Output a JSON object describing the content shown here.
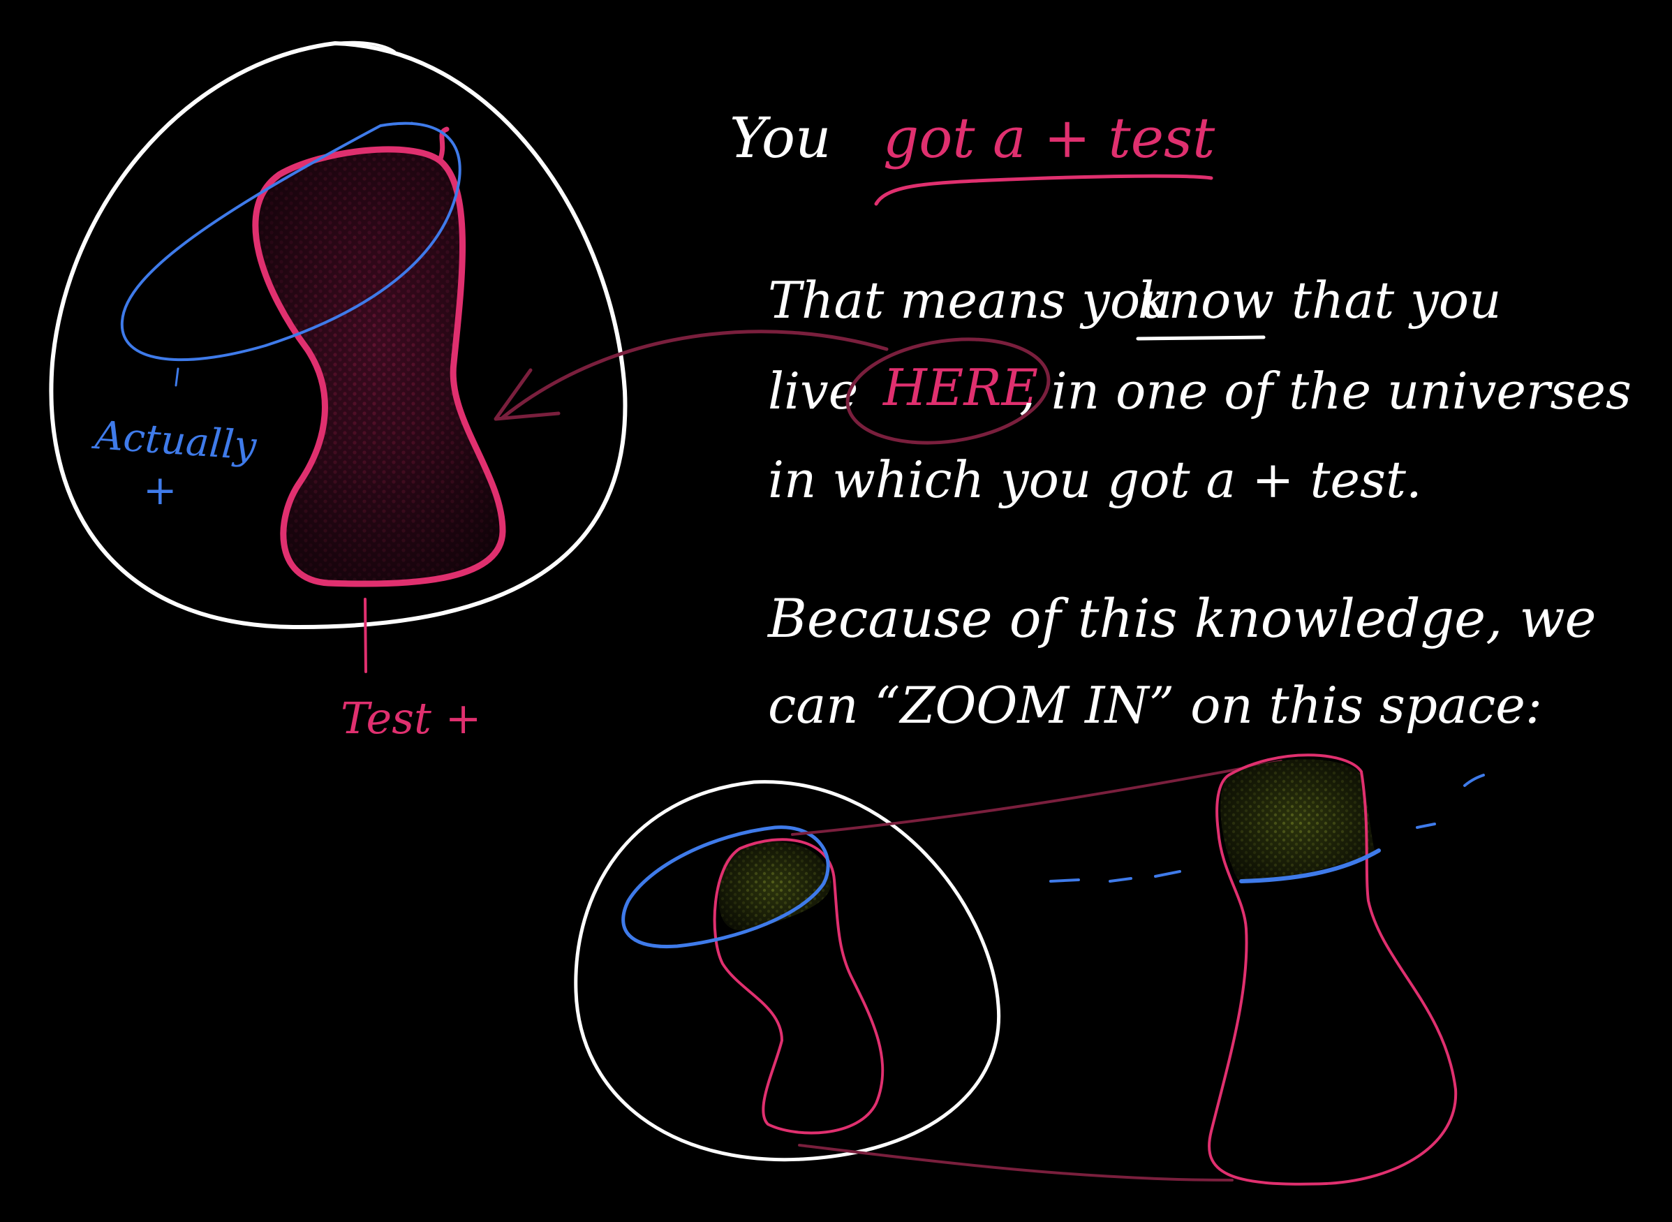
{
  "colors": {
    "background": "#000000",
    "chalk_white": "#ffffff",
    "test_pink": "#e0306f",
    "actual_blue": "#3f7bea",
    "arrow_maroon": "#7a1f3d",
    "fill_maroon": "#4a0a24",
    "fill_olive": "#3f4a14"
  },
  "diagram": {
    "label_actually": "Actually",
    "label_actually_sign": "+",
    "label_test": "Test +"
  },
  "notes": {
    "line1_prefix": "You",
    "line1_highlight": "got a + test",
    "line2_a": "That means you",
    "line2_know": "know",
    "line2_b": "that you",
    "line3_a": "live",
    "line3_here": "HERE",
    "line3_b": ", in one of the universes",
    "line4": "in which you got a + test.",
    "line5": "Because of this knowledge, we",
    "line6": "can “ZOOM IN” on this space:"
  }
}
